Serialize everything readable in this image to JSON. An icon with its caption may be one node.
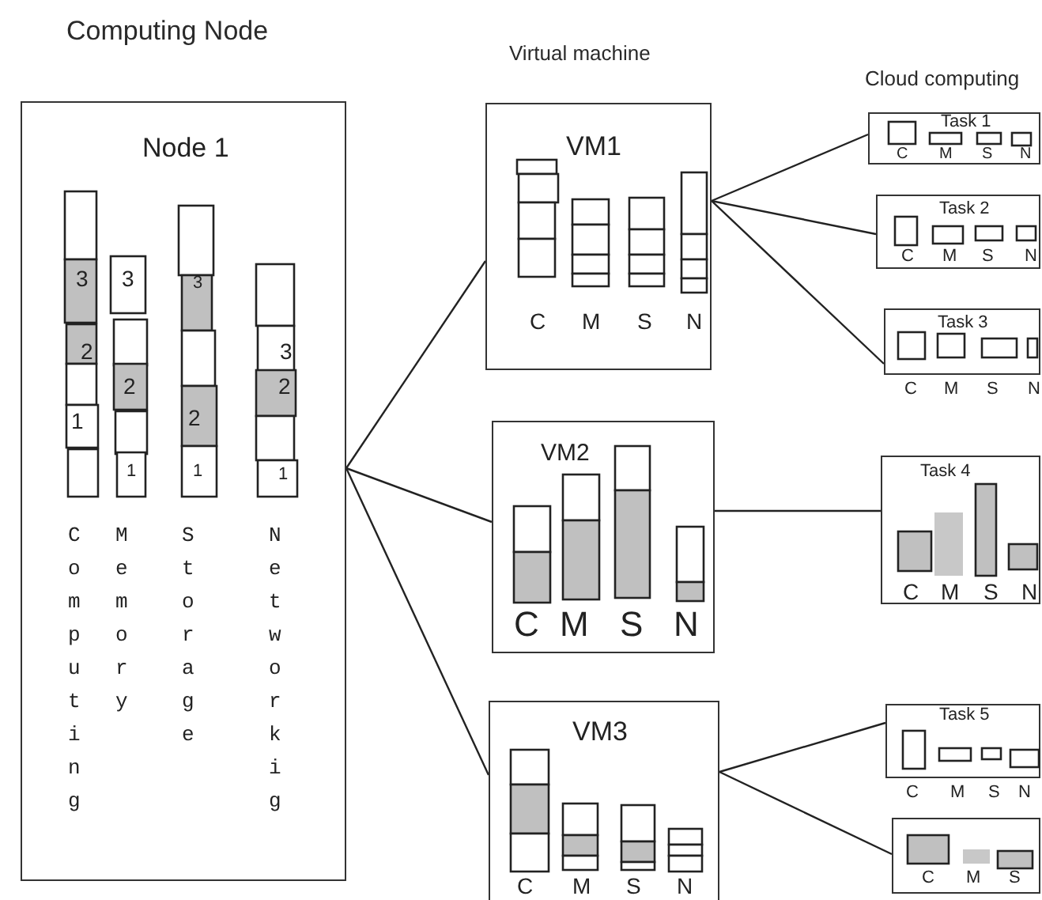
{
  "diagram": {
    "nodes": [
      {
        "text": [
          "Node 1",
          "3",
          "3",
          "3",
          "2",
          "3",
          "2",
          "2",
          "2",
          "1",
          "1",
          "1",
          "1",
          "Computing",
          "Memory",
          "Storage",
          "Networkig"
        ]
      },
      {
        "text": [
          "VM1",
          "C",
          "M",
          "S",
          "N"
        ]
      },
      {
        "text": [
          "VM2",
          "C",
          "M",
          "S",
          "N"
        ]
      },
      {
        "text": [
          "VM3",
          "C",
          "M",
          "S",
          "N"
        ]
      },
      {
        "text": [
          "Task 1",
          "C",
          "M",
          "S",
          "N"
        ]
      },
      {
        "text": [
          "Task 2",
          "C",
          "M",
          "S",
          "N"
        ]
      },
      {
        "text": [
          "Task 3",
          "C",
          "M",
          "S",
          "N"
        ]
      },
      {
        "text": [
          "Task 4",
          "C",
          "M",
          "S",
          "N"
        ]
      },
      {
        "text": [
          "Task 5",
          "C",
          "M",
          "S",
          "N"
        ]
      },
      {
        "text": [
          "C",
          "M",
          "S"
        ]
      }
    ],
    "edges": [
      {
        "from": 0,
        "to": 1,
        "arrow": "none"
      },
      {
        "from": 0,
        "to": 2,
        "arrow": "none"
      },
      {
        "from": 0,
        "to": 3,
        "arrow": "none"
      },
      {
        "from": 1,
        "to": 4,
        "arrow": "none"
      },
      {
        "from": 1,
        "to": 5,
        "arrow": "none"
      },
      {
        "from": 1,
        "to": 6,
        "arrow": "none"
      },
      {
        "from": 2,
        "to": 7,
        "arrow": "none"
      },
      {
        "from": 3,
        "to": 8,
        "arrow": "none"
      },
      {
        "from": 3,
        "to": 9,
        "arrow": "none"
      }
    ],
    "labels": [
      "Computing Node",
      "Virtual machine",
      "Cloud computing"
    ]
  }
}
